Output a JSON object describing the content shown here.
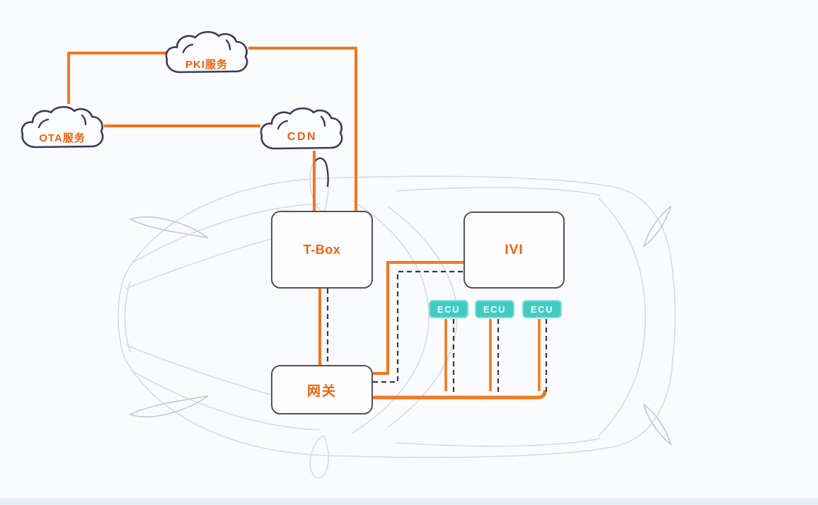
{
  "diagram": {
    "title_hint": "Vehicle OTA update architecture",
    "clouds": [
      {
        "id": "pki",
        "label": "PKI服务"
      },
      {
        "id": "ota",
        "label": "OTA服务"
      },
      {
        "id": "cdn",
        "label": "CDN"
      }
    ],
    "vehicle_nodes": {
      "tbox": {
        "label": "T-Box"
      },
      "ivi": {
        "label": "IVI"
      },
      "gateway": {
        "label": "网关"
      },
      "ecus": [
        {
          "label": "ECU"
        },
        {
          "label": "ECU"
        },
        {
          "label": "ECU"
        }
      ]
    },
    "colors": {
      "line_orange": "#f5761c",
      "label_orange": "#f2600d",
      "outline_navy": "#3e3a59",
      "dashed_navy": "#3a3457",
      "ecu_teal": "#40ccc3",
      "car_gray": "#d6d9e1",
      "car_gray_dark": "#c2c6d2"
    }
  }
}
